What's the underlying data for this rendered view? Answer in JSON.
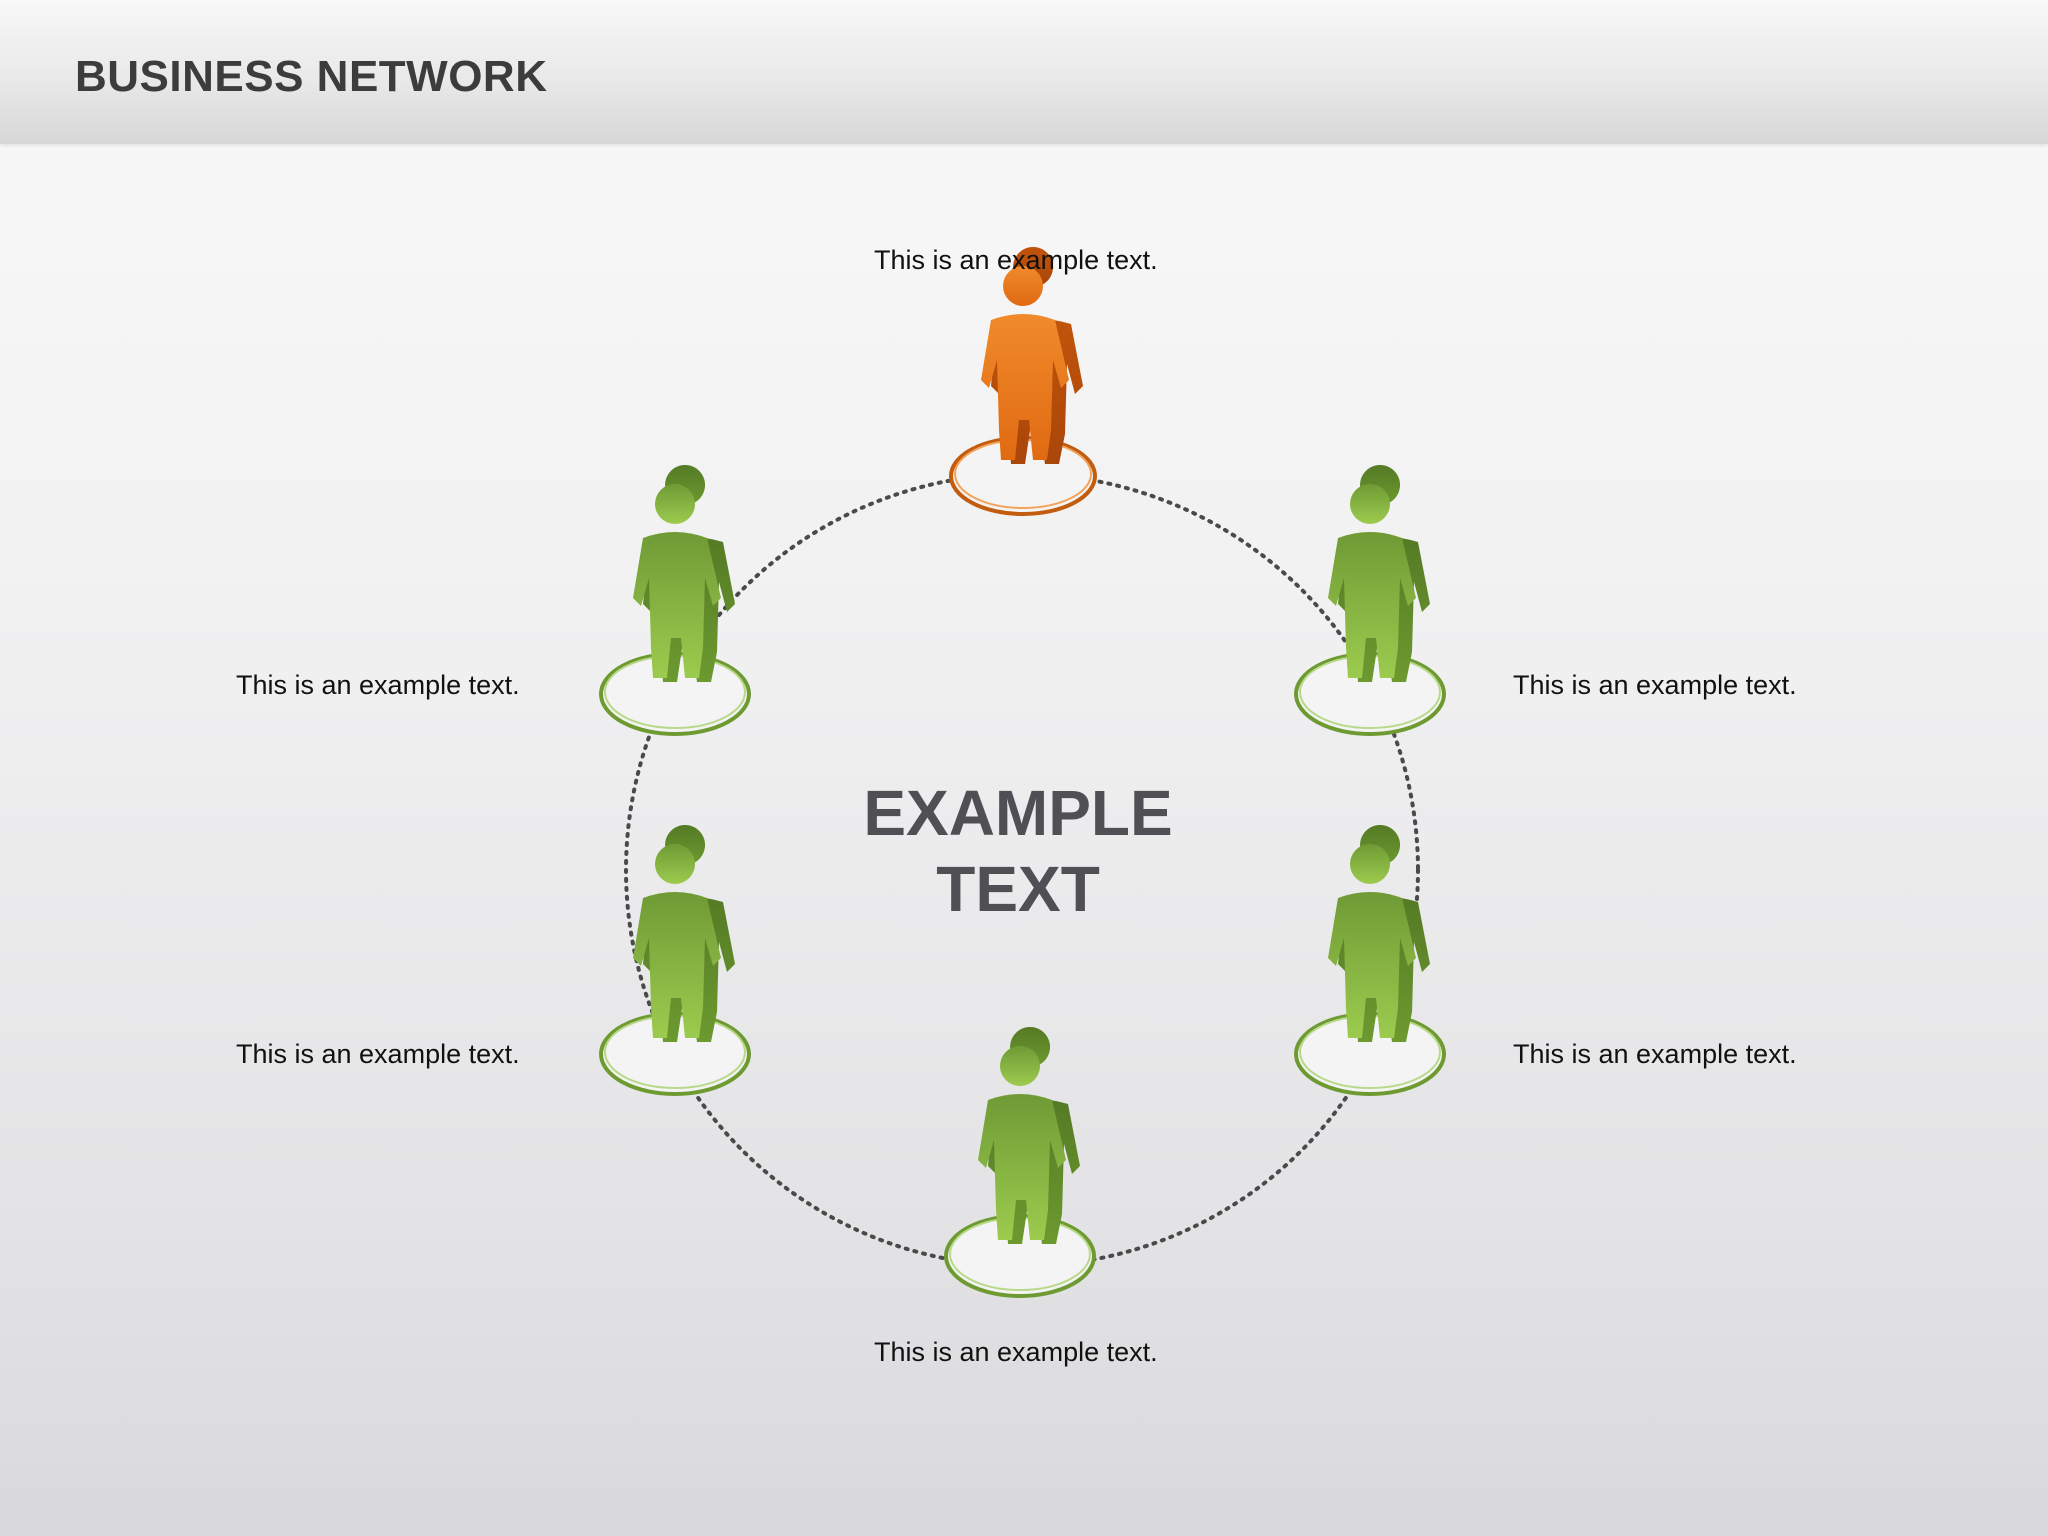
{
  "header": {
    "title": "BUSINESS NETWORK"
  },
  "center": {
    "line1": "EXAMPLE",
    "line2": "TEXT"
  },
  "nodes": [
    {
      "role": "highlighted",
      "color": "#e8731c",
      "label": "This is an example text."
    },
    {
      "role": "member",
      "color": "#7aa83a",
      "label": "This is an example text."
    },
    {
      "role": "member",
      "color": "#7aa83a",
      "label": "This is an example text."
    },
    {
      "role": "member",
      "color": "#7aa83a",
      "label": "This is an example text."
    },
    {
      "role": "member",
      "color": "#7aa83a",
      "label": "This is an example text."
    },
    {
      "role": "member",
      "color": "#7aa83a",
      "label": "This is an example text."
    }
  ],
  "colors": {
    "ring_dots": "#4a4a4a",
    "accent_orange": "#e8731c",
    "accent_green": "#7aa83a"
  }
}
